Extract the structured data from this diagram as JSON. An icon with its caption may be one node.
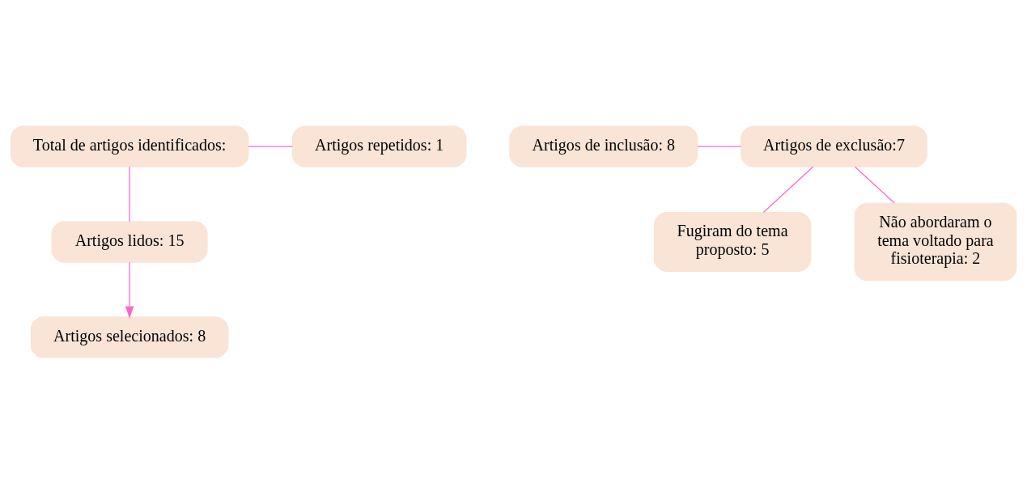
{
  "diagram": {
    "nodes": [
      {
        "text": [
          "Total de artigos identificados:"
        ]
      },
      {
        "text": [
          "Artigos repetidos: 1"
        ]
      },
      {
        "text": [
          "Artigos lidos: 15"
        ]
      },
      {
        "text": [
          "Artigos de inclusão: 8"
        ]
      },
      {
        "text": [
          "Artigos de exclusão:7"
        ]
      },
      {
        "text": [
          "Fugiram do tema proposto: 5"
        ]
      },
      {
        "text": [
          "Não abordaram o tema voltado para fisioterapia: 2"
        ]
      },
      {
        "text": [
          "Artigos selecionados: 8"
        ]
      }
    ],
    "edges": [
      {
        "from": 0,
        "to": 2,
        "arrow": "none"
      },
      {
        "from": 0,
        "to": 1,
        "arrow": "none"
      },
      {
        "from": 2,
        "to": 7,
        "arrow": "to"
      },
      {
        "from": 3,
        "to": 4,
        "arrow": "none"
      },
      {
        "from": 4,
        "to": 5,
        "arrow": "none"
      },
      {
        "from": 4,
        "to": 6,
        "arrow": "none"
      }
    ]
  }
}
